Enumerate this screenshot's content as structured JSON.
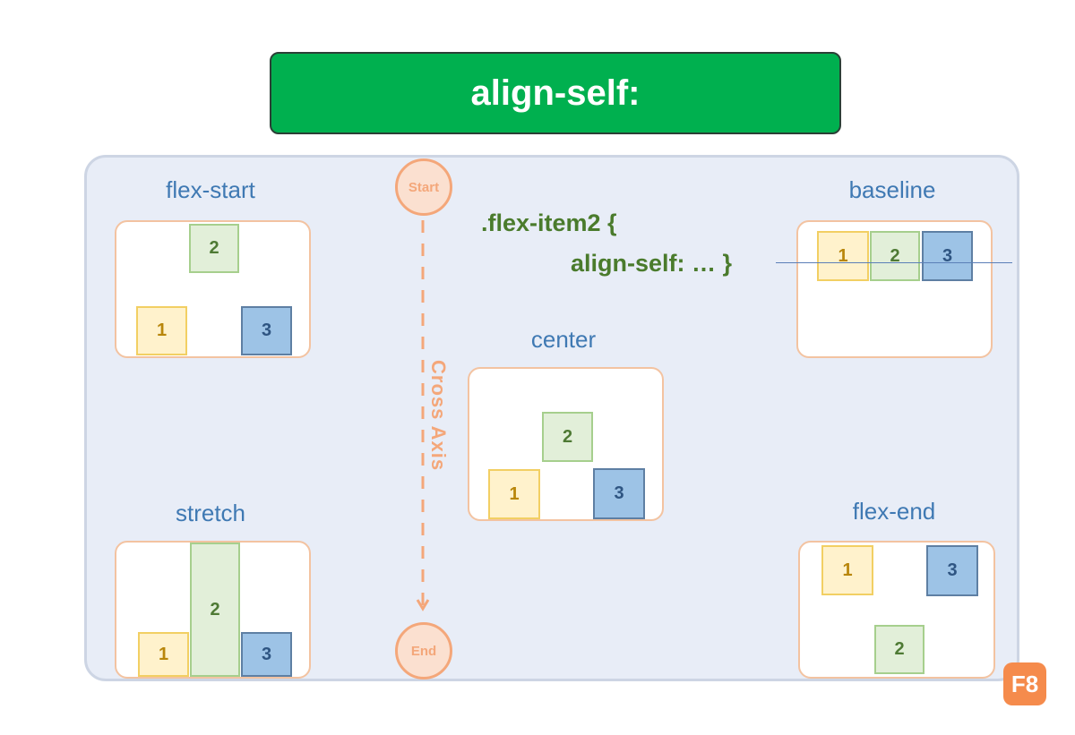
{
  "title": "align-self:",
  "axis": {
    "start_label": "Start",
    "end_label": "End",
    "name": "Cross Axis"
  },
  "code": {
    "line1": ".flex-item2 {",
    "line2": "align-self: … }"
  },
  "demos": {
    "flex_start": {
      "label": "flex-start",
      "items": [
        "1",
        "2",
        "3"
      ]
    },
    "stretch": {
      "label": "stretch",
      "items": [
        "1",
        "2",
        "3"
      ]
    },
    "center": {
      "label": "center",
      "items": [
        "1",
        "2",
        "3"
      ]
    },
    "baseline": {
      "label": "baseline",
      "items": [
        "1",
        "2",
        "3"
      ]
    },
    "flex_end": {
      "label": "flex-end",
      "items": [
        "1",
        "2",
        "3"
      ]
    }
  },
  "badge": "F8",
  "colors": {
    "title_bg": "#00b04f",
    "panel_bg": "#e8edf7",
    "label_text": "#3f79b3",
    "code_text": "#4a7b2c",
    "axis_accent": "#f4a77a",
    "item1_bg": "#fff2cc",
    "item2_bg": "#e2efd9",
    "item3_bg": "#9dc3e6",
    "badge_bg": "#f58b4c"
  }
}
